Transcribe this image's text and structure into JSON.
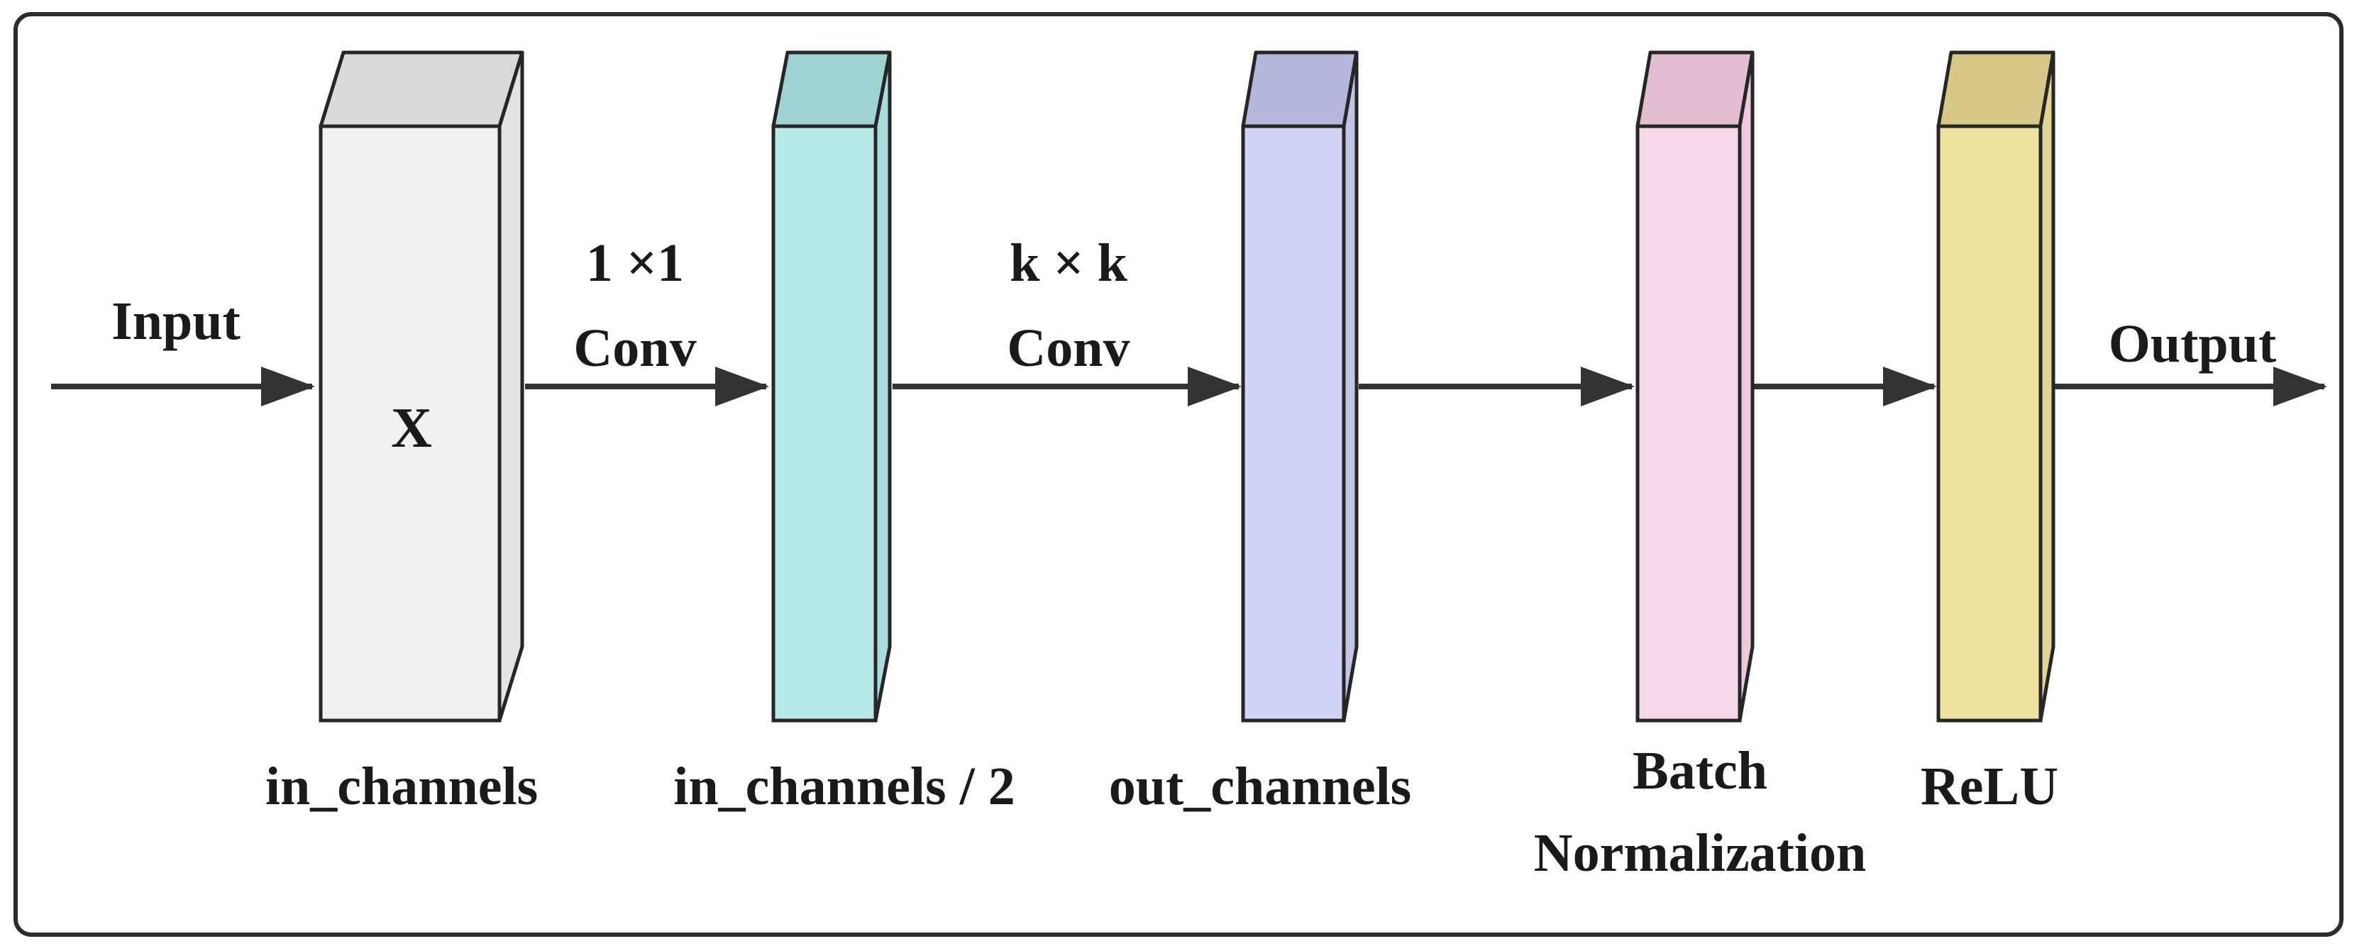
{
  "labels": {
    "input": "Input",
    "output": "Output",
    "conv1": [
      "1 ×1",
      "Conv"
    ],
    "convk": [
      "k × k",
      "Conv"
    ],
    "x": "X"
  },
  "blocks": [
    {
      "id": "input-tensor",
      "caption": [
        "in_channels"
      ],
      "front": "#f1f1f1",
      "top": "#dadada",
      "side": "#e3e3e3"
    },
    {
      "id": "reduced-tensor",
      "caption": [
        "in_channels / 2"
      ],
      "front": "#b8e9e9",
      "top": "#9fd3d3",
      "side": "#a9dcdc"
    },
    {
      "id": "conv-output-tensor",
      "caption": [
        "out_channels"
      ],
      "front": "#d2d4f6",
      "top": "#b4b6dc",
      "side": "#c2c4e8"
    },
    {
      "id": "batch-norm-block",
      "caption": [
        "Batch",
        "Normalization"
      ],
      "front": "#f8d9ea",
      "top": "#e3bed0",
      "side": "#eccadc"
    },
    {
      "id": "relu-block",
      "caption": [
        "ReLU"
      ],
      "front": "#efe29f",
      "top": "#d8c888",
      "side": "#e2d495"
    }
  ],
  "colors": {
    "stroke": "#262626",
    "arrow": "#333333",
    "frame": "#2b2b2b"
  }
}
